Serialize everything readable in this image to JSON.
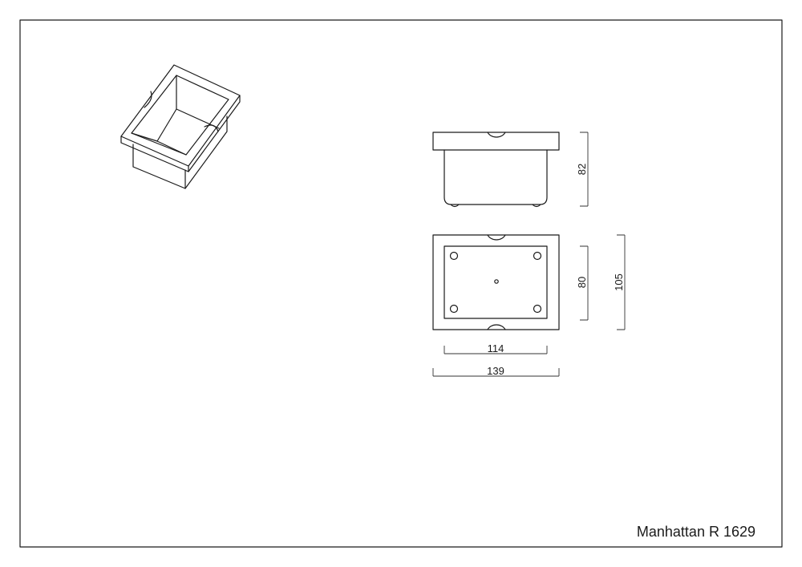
{
  "drawing": {
    "title": "Manhattan R 1629",
    "dimensions": {
      "height": "82",
      "inner_depth": "80",
      "outer_depth": "105",
      "inner_width": "114",
      "outer_width": "139"
    },
    "colors": {
      "line": "#1a1a1a",
      "paper": "#ffffff"
    }
  }
}
